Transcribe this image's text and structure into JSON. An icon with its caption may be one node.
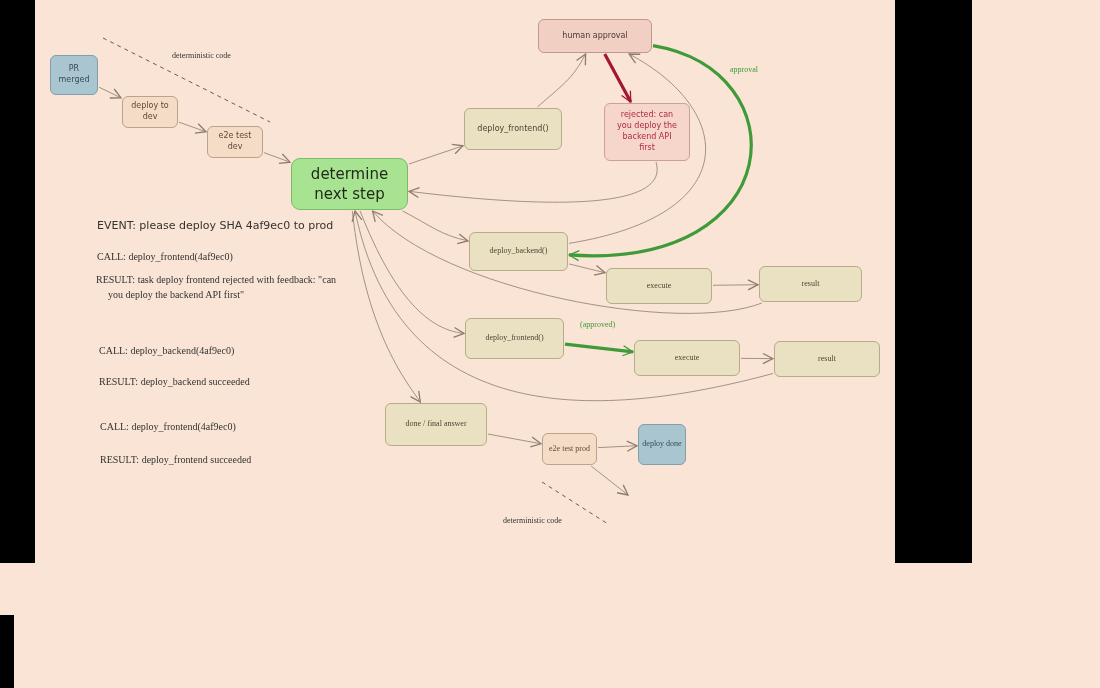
{
  "diagram": {
    "nodes": [
      {
        "text": [
          "PR merged"
        ]
      },
      {
        "text": [
          "deploy to dev"
        ]
      },
      {
        "text": [
          "e2e test dev"
        ]
      },
      {
        "text": [
          "determine next step"
        ]
      },
      {
        "text": [
          "human approval"
        ]
      },
      {
        "text": [
          "deploy_frontend()"
        ]
      },
      {
        "text": [
          "rejected: can you deploy the backend API first"
        ]
      },
      {
        "text": [
          "deploy_backend()"
        ]
      },
      {
        "text": [
          "execute"
        ]
      },
      {
        "text": [
          "result"
        ]
      },
      {
        "text": [
          "deploy_frontend()"
        ]
      },
      {
        "text": [
          "execute"
        ]
      },
      {
        "text": [
          "result"
        ]
      },
      {
        "text": [
          "done / final answer"
        ]
      },
      {
        "text": [
          "e2e test prod"
        ]
      },
      {
        "text": [
          "deploy done"
        ]
      }
    ],
    "edges": [
      {
        "from": 0,
        "to": 1,
        "arrow": "to"
      },
      {
        "from": 1,
        "to": 2,
        "arrow": "to"
      },
      {
        "from": 2,
        "to": 3,
        "arrow": "to"
      },
      {
        "from": 3,
        "to": 5,
        "arrow": "to"
      },
      {
        "from": 5,
        "to": 4,
        "arrow": "to"
      },
      {
        "from": 4,
        "to": 6,
        "arrow": "to",
        "style": "thick",
        "color": "#a3162e"
      },
      {
        "from": 6,
        "to": 3,
        "arrow": "to"
      },
      {
        "from": 7,
        "to": 4,
        "arrow": "to"
      },
      {
        "from": 4,
        "to": 7,
        "arrow": "to",
        "label": "approval",
        "style": "thick",
        "color": "#3f9a3a"
      },
      {
        "from": 3,
        "to": 7,
        "arrow": "to"
      },
      {
        "from": 7,
        "to": 8,
        "arrow": "to"
      },
      {
        "from": 8,
        "to": 9,
        "arrow": "to"
      },
      {
        "from": 9,
        "to": 3,
        "arrow": "to"
      },
      {
        "from": 3,
        "to": 10,
        "arrow": "to"
      },
      {
        "from": 10,
        "to": 11,
        "arrow": "to",
        "label": "(approved)",
        "style": "thick",
        "color": "#3f9a3a"
      },
      {
        "from": 11,
        "to": 12,
        "arrow": "to"
      },
      {
        "from": 12,
        "to": 3,
        "arrow": "to"
      },
      {
        "from": 3,
        "to": 13,
        "arrow": "to"
      },
      {
        "from": 13,
        "to": 14,
        "arrow": "to"
      },
      {
        "from": 14,
        "to": 15,
        "arrow": "to"
      },
      {
        "from": 14,
        "to": null,
        "arrow": "to"
      }
    ],
    "labels": [
      "deterministic code",
      "EVENT: please deploy SHA 4af9ec0 to prod",
      "CALL: deploy_frontend(4af9ec0)",
      "RESULT: task deploy frontend rejected with feedback: \"can you deploy the backend API first\"",
      "CALL: deploy_backend(4af9ec0)",
      "RESULT: deploy_backend succeeded",
      "CALL: deploy_frontend(4af9ec0)",
      "RESULT: deploy_frontend succeeded",
      "deterministic code"
    ]
  }
}
